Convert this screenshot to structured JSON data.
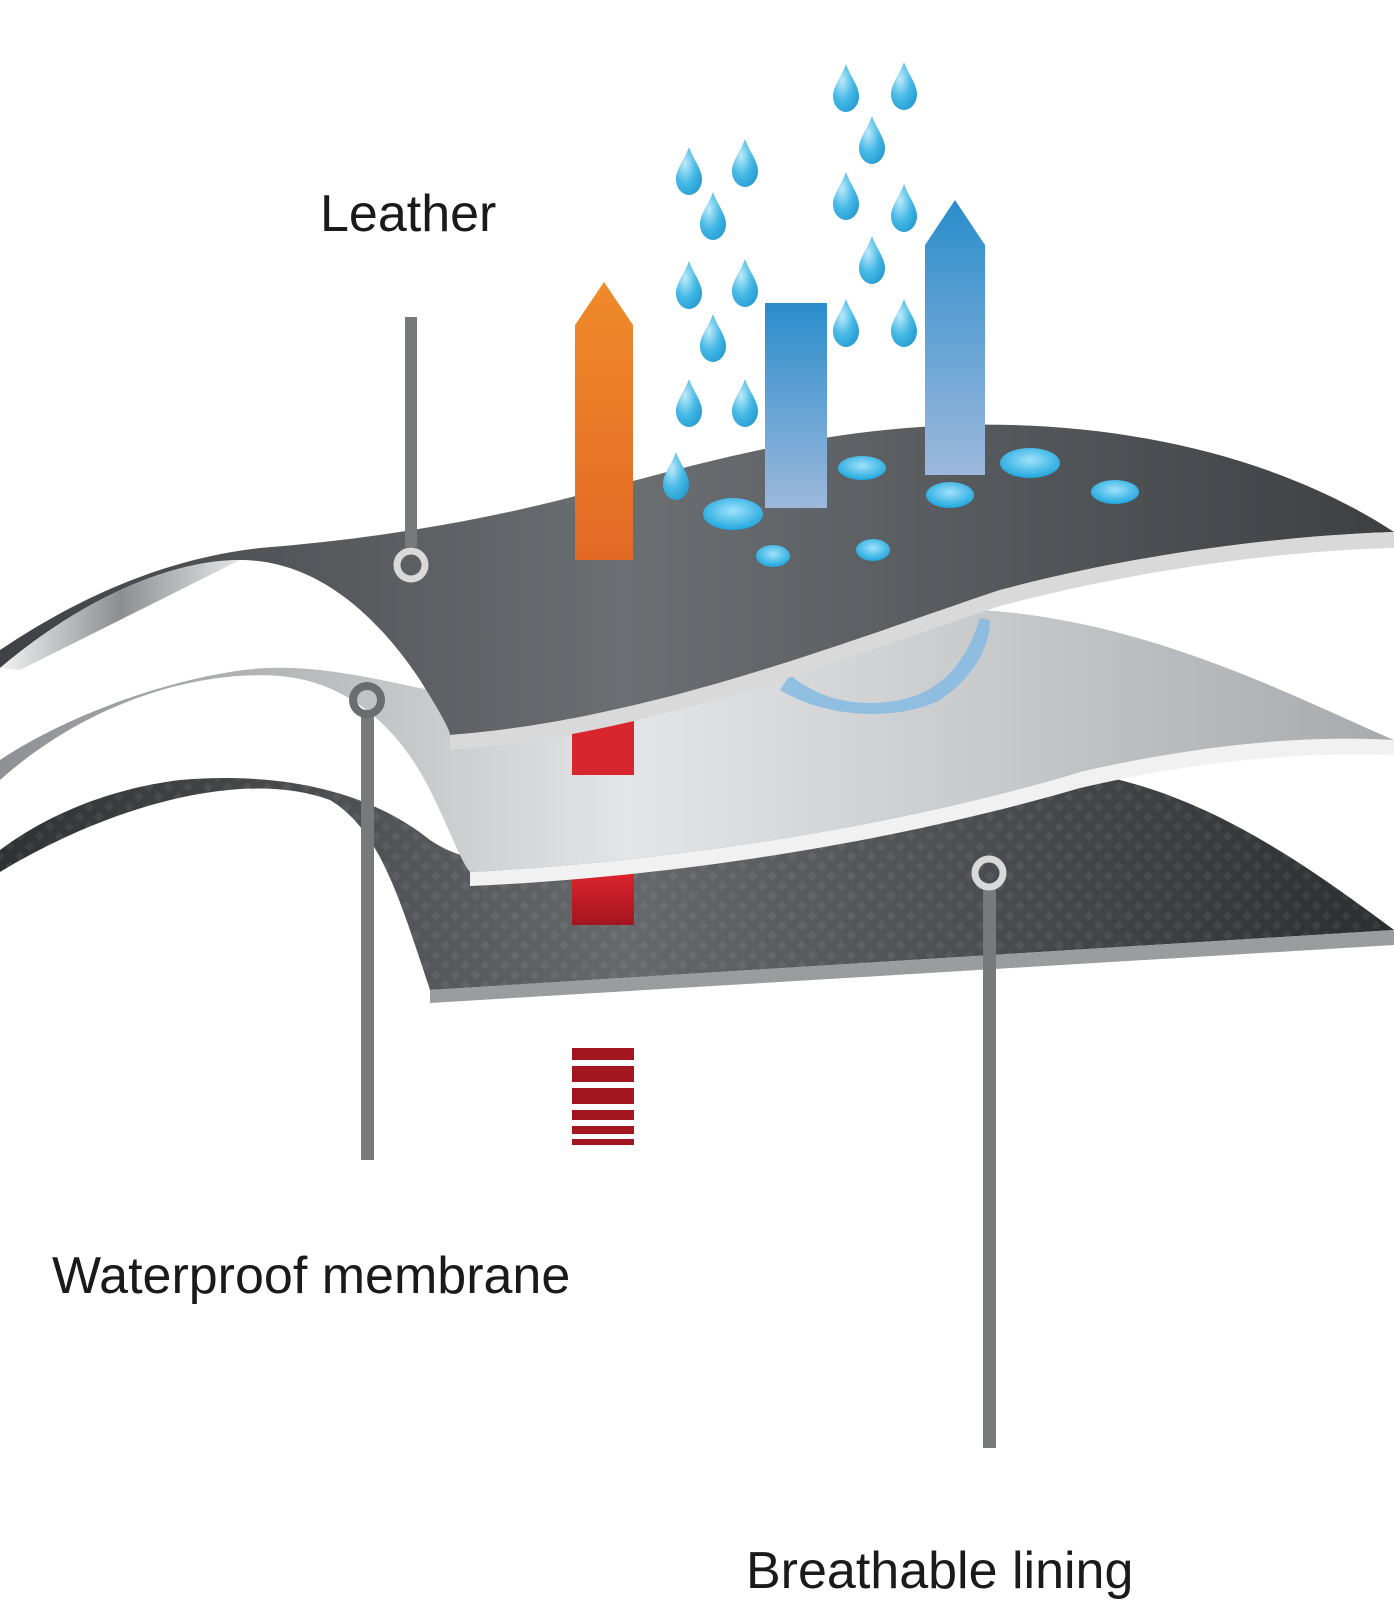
{
  "labels": {
    "leather": "Leather",
    "membrane": "Waterproof membrane",
    "lining": "Breathable lining"
  },
  "colors": {
    "leather_layer": "#56595c",
    "membrane_layer": "#c9cbcd",
    "lining_layer": "#4a4c4f",
    "heat_arrow": "#ef7d22",
    "heat_core": "#d8262f",
    "vapor_arrow": "#2f8ecb",
    "water_drop": "#45b9e6",
    "callout_line": "#77797b"
  },
  "icons": {
    "heat": "orange-up-arrow",
    "vapor": "blue-up-arrow",
    "rain": "water-drop"
  }
}
